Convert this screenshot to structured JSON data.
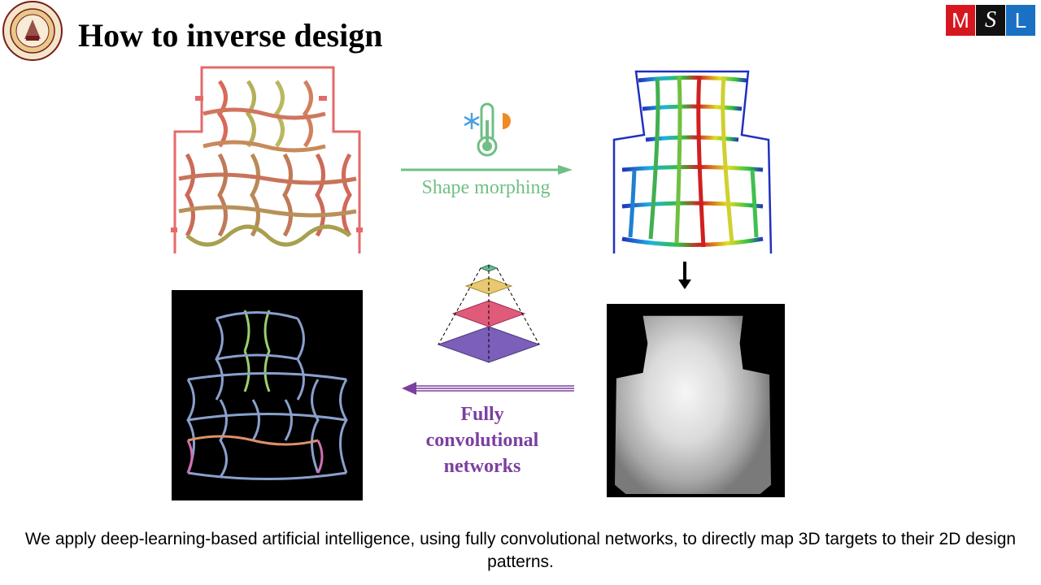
{
  "header": {
    "title": "How to inverse design",
    "brand_letters": [
      "M",
      "S",
      "L"
    ]
  },
  "diagram": {
    "forward_label": "Shape morphing",
    "inverse_label_lines": [
      "Fully",
      "convolutional",
      "networks"
    ],
    "colors": {
      "forward_arrow": "#6fbf84",
      "inverse_arrow": "#7b3fa0",
      "lattice": "#e06060",
      "pattern_outline": "#8aa0cc"
    },
    "icons": [
      "thermometer-icon",
      "snowflake-icon",
      "sun-icon",
      "cnn-pyramid-icon",
      "down-arrow-icon"
    ]
  },
  "caption": "We apply deep-learning-based artificial intelligence, using fully convolutional networks, to directly map 3D targets to their 2D design patterns."
}
